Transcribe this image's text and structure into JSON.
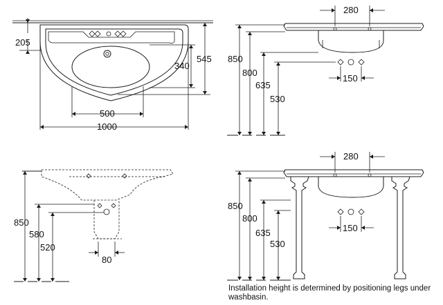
{
  "views": {
    "top_view": {
      "dim_left": "205",
      "dim_right_outer": "545",
      "dim_right_inner": "340",
      "dim_bowl_width": "500",
      "dim_total_width": "1000"
    },
    "front_view_upper": {
      "dim_tap_spacing": "280",
      "dim_height_850": "850",
      "dim_height_800": "800",
      "dim_height_635": "635",
      "dim_height_530": "530",
      "dim_waste_spacing": "150"
    },
    "side_view": {
      "dim_height_850": "850",
      "dim_height_580": "580",
      "dim_height_520": "520",
      "dim_pedestal_width": "80"
    },
    "front_view_legs": {
      "dim_tap_spacing": "280",
      "dim_height_850": "850",
      "dim_height_800": "800",
      "dim_height_635": "635",
      "dim_height_530": "530",
      "dim_waste_spacing": "150"
    }
  },
  "note": "Installation height is determined by positioning legs under washbasin."
}
